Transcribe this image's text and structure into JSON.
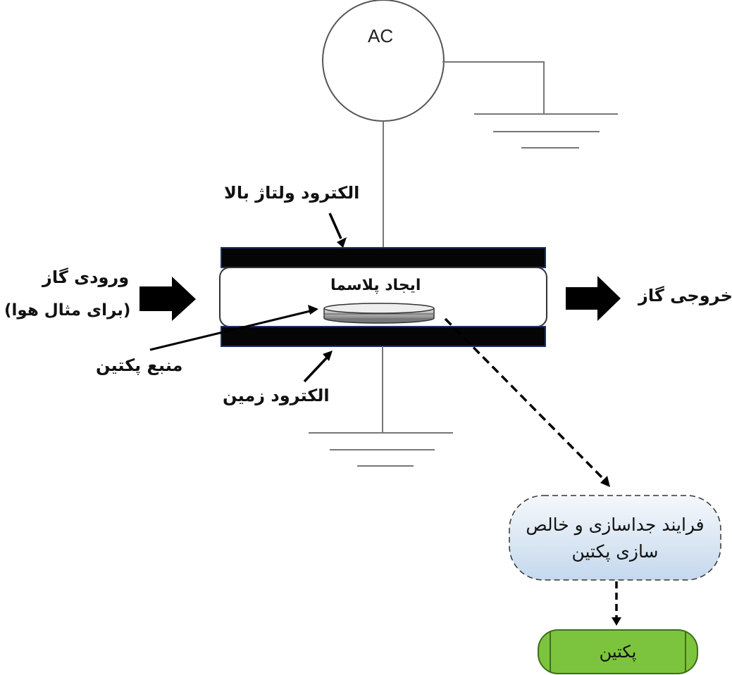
{
  "power_source": {
    "label": "AC"
  },
  "labels": {
    "high_voltage_electrode": "الکترود ولتاژ بالا",
    "gas_inlet_line1": "ورودی گاز",
    "gas_inlet_line2": "(برای مثال هوا)",
    "plasma_generation": "ایجاد پلاسما",
    "gas_outlet": "خروجی گاز",
    "pectin_source": "منبع پکتین",
    "ground_electrode": "الکترود زمین"
  },
  "process_box": {
    "line1": "فرایند جداسازی و خالص",
    "line2": "سازی پکتین"
  },
  "product": {
    "label": "پکتین"
  },
  "colors": {
    "electrode": "#050505",
    "electrode_border": "#1f2f6a",
    "process_fill_top": "#f3f7fb",
    "process_fill_bottom": "#c6d9ee",
    "product_fill": "#7cc43d",
    "product_border": "#3d6e1c",
    "line": "#7a7a7a"
  }
}
